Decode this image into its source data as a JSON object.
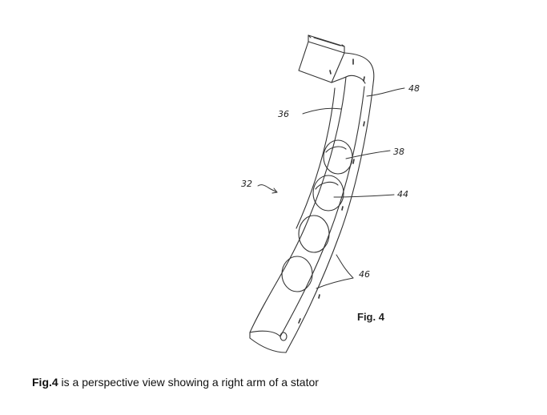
{
  "figure": {
    "labels": {
      "l36": "36",
      "l48": "48",
      "l38": "38",
      "l32": "32",
      "l44": "44",
      "l46": "46"
    },
    "fig_label": "Fig. 4"
  },
  "caption": {
    "prefix": "Fig.4",
    "text": " is a perspective view showing a right arm of a stator"
  }
}
